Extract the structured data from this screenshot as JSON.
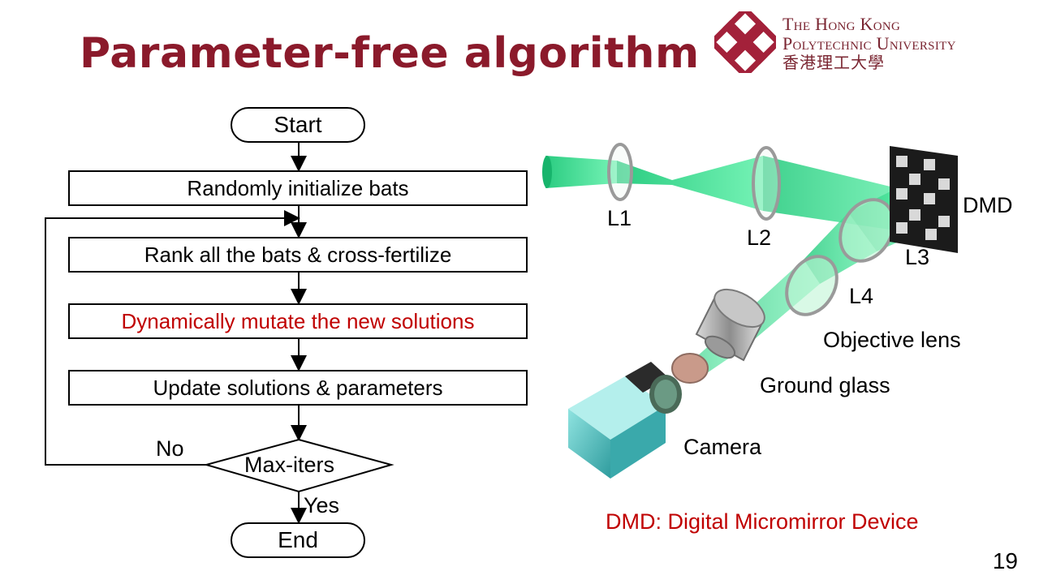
{
  "slide": {
    "title": "Parameter-free algorithm",
    "page_number": "19"
  },
  "logo": {
    "line1": "The Hong Kong",
    "line2": "Polytechnic University",
    "line3": "香港理工大學"
  },
  "flowchart": {
    "start": "Start",
    "step1": "Randomly initialize bats",
    "step2": "Rank all the bats & cross-fertilize",
    "step3": "Dynamically mutate the new solutions",
    "step4": "Update solutions & parameters",
    "decision": "Max-iters",
    "no_label": "No",
    "yes_label": "Yes",
    "end": "End"
  },
  "setup": {
    "labels": {
      "l1": "L1",
      "l2": "L2",
      "l3": "L3",
      "l4": "L4",
      "dmd": "DMD",
      "objective": "Objective lens",
      "ground_glass": "Ground glass",
      "camera": "Camera"
    },
    "caption": "DMD: Digital Micromirror Device"
  },
  "colors": {
    "title": "#8b1a2b",
    "highlight": "#c00000",
    "beam": "#2fd88a"
  }
}
